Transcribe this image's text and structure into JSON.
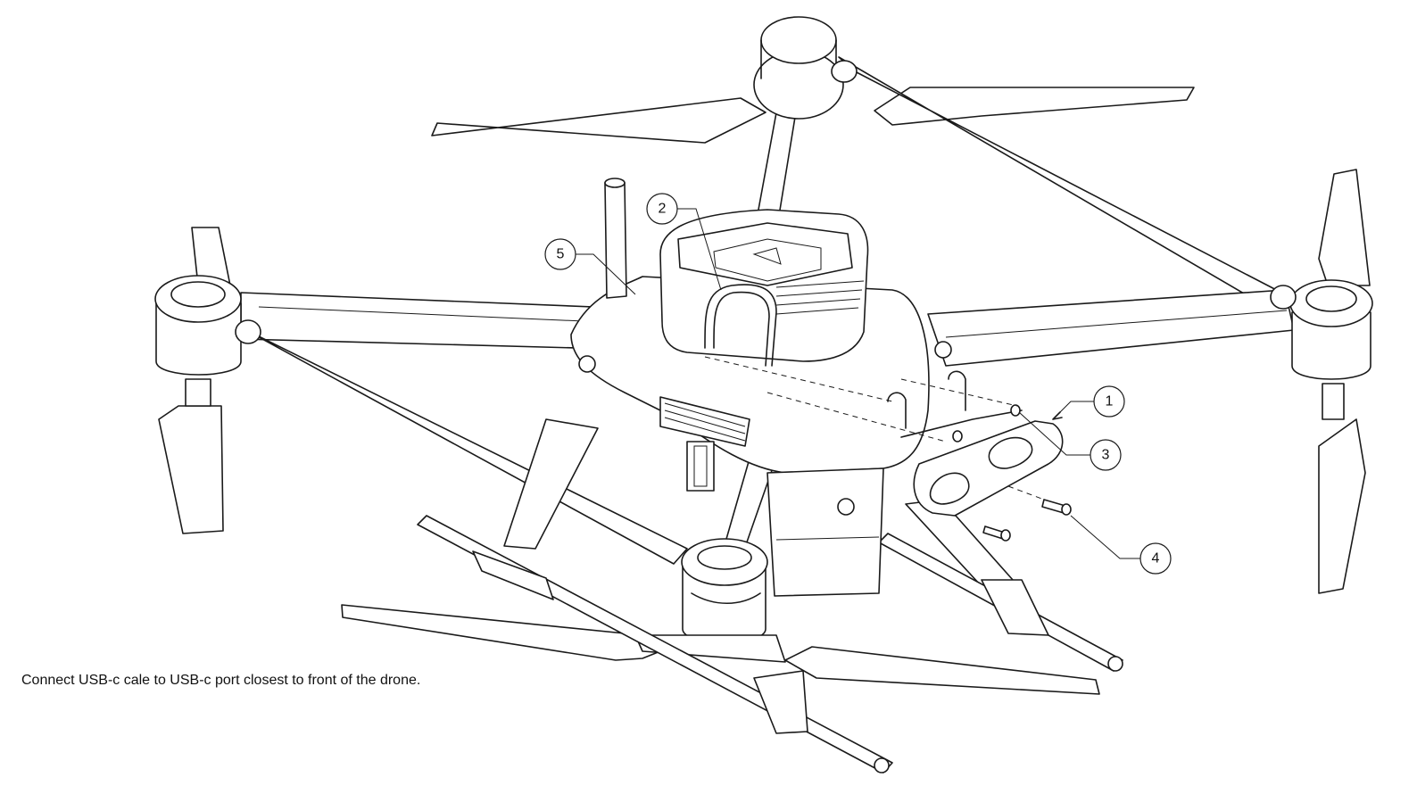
{
  "caption": "Connect USB-c cale to USB-c port closest to front of the drone.",
  "callouts": [
    {
      "id": "callout-1",
      "label": "1"
    },
    {
      "id": "callout-2",
      "label": "2"
    },
    {
      "id": "callout-3",
      "label": "3"
    },
    {
      "id": "callout-4",
      "label": "4"
    },
    {
      "id": "callout-5",
      "label": "5"
    }
  ]
}
